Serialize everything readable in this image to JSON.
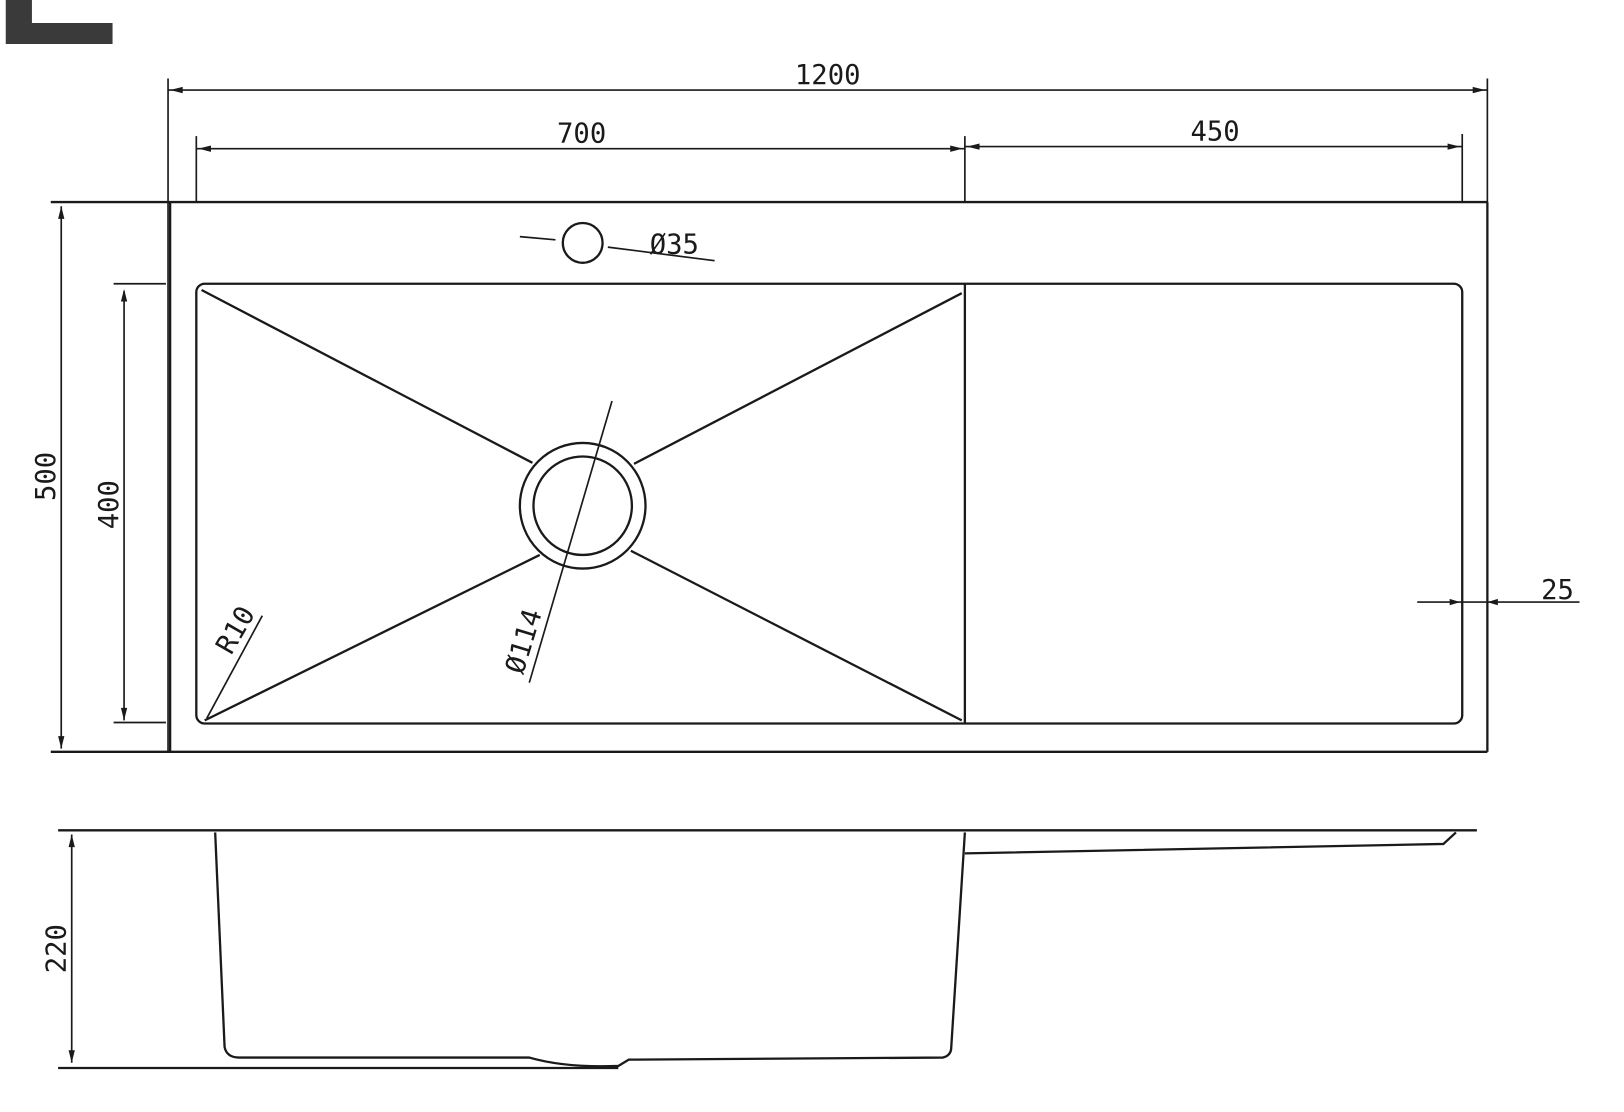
{
  "drawing": {
    "line_color": "#1a1a1a",
    "logo_color": "#3a3a3a",
    "dimensions": {
      "overall_length": "1200",
      "bowl_length": "700",
      "drainboard_length": "450",
      "overall_width": "500",
      "bowl_width": "400",
      "rim_offset": "25",
      "depth": "220",
      "tap_hole": "Ø35",
      "drain": "Ø114",
      "corner_radius": "R10"
    }
  }
}
